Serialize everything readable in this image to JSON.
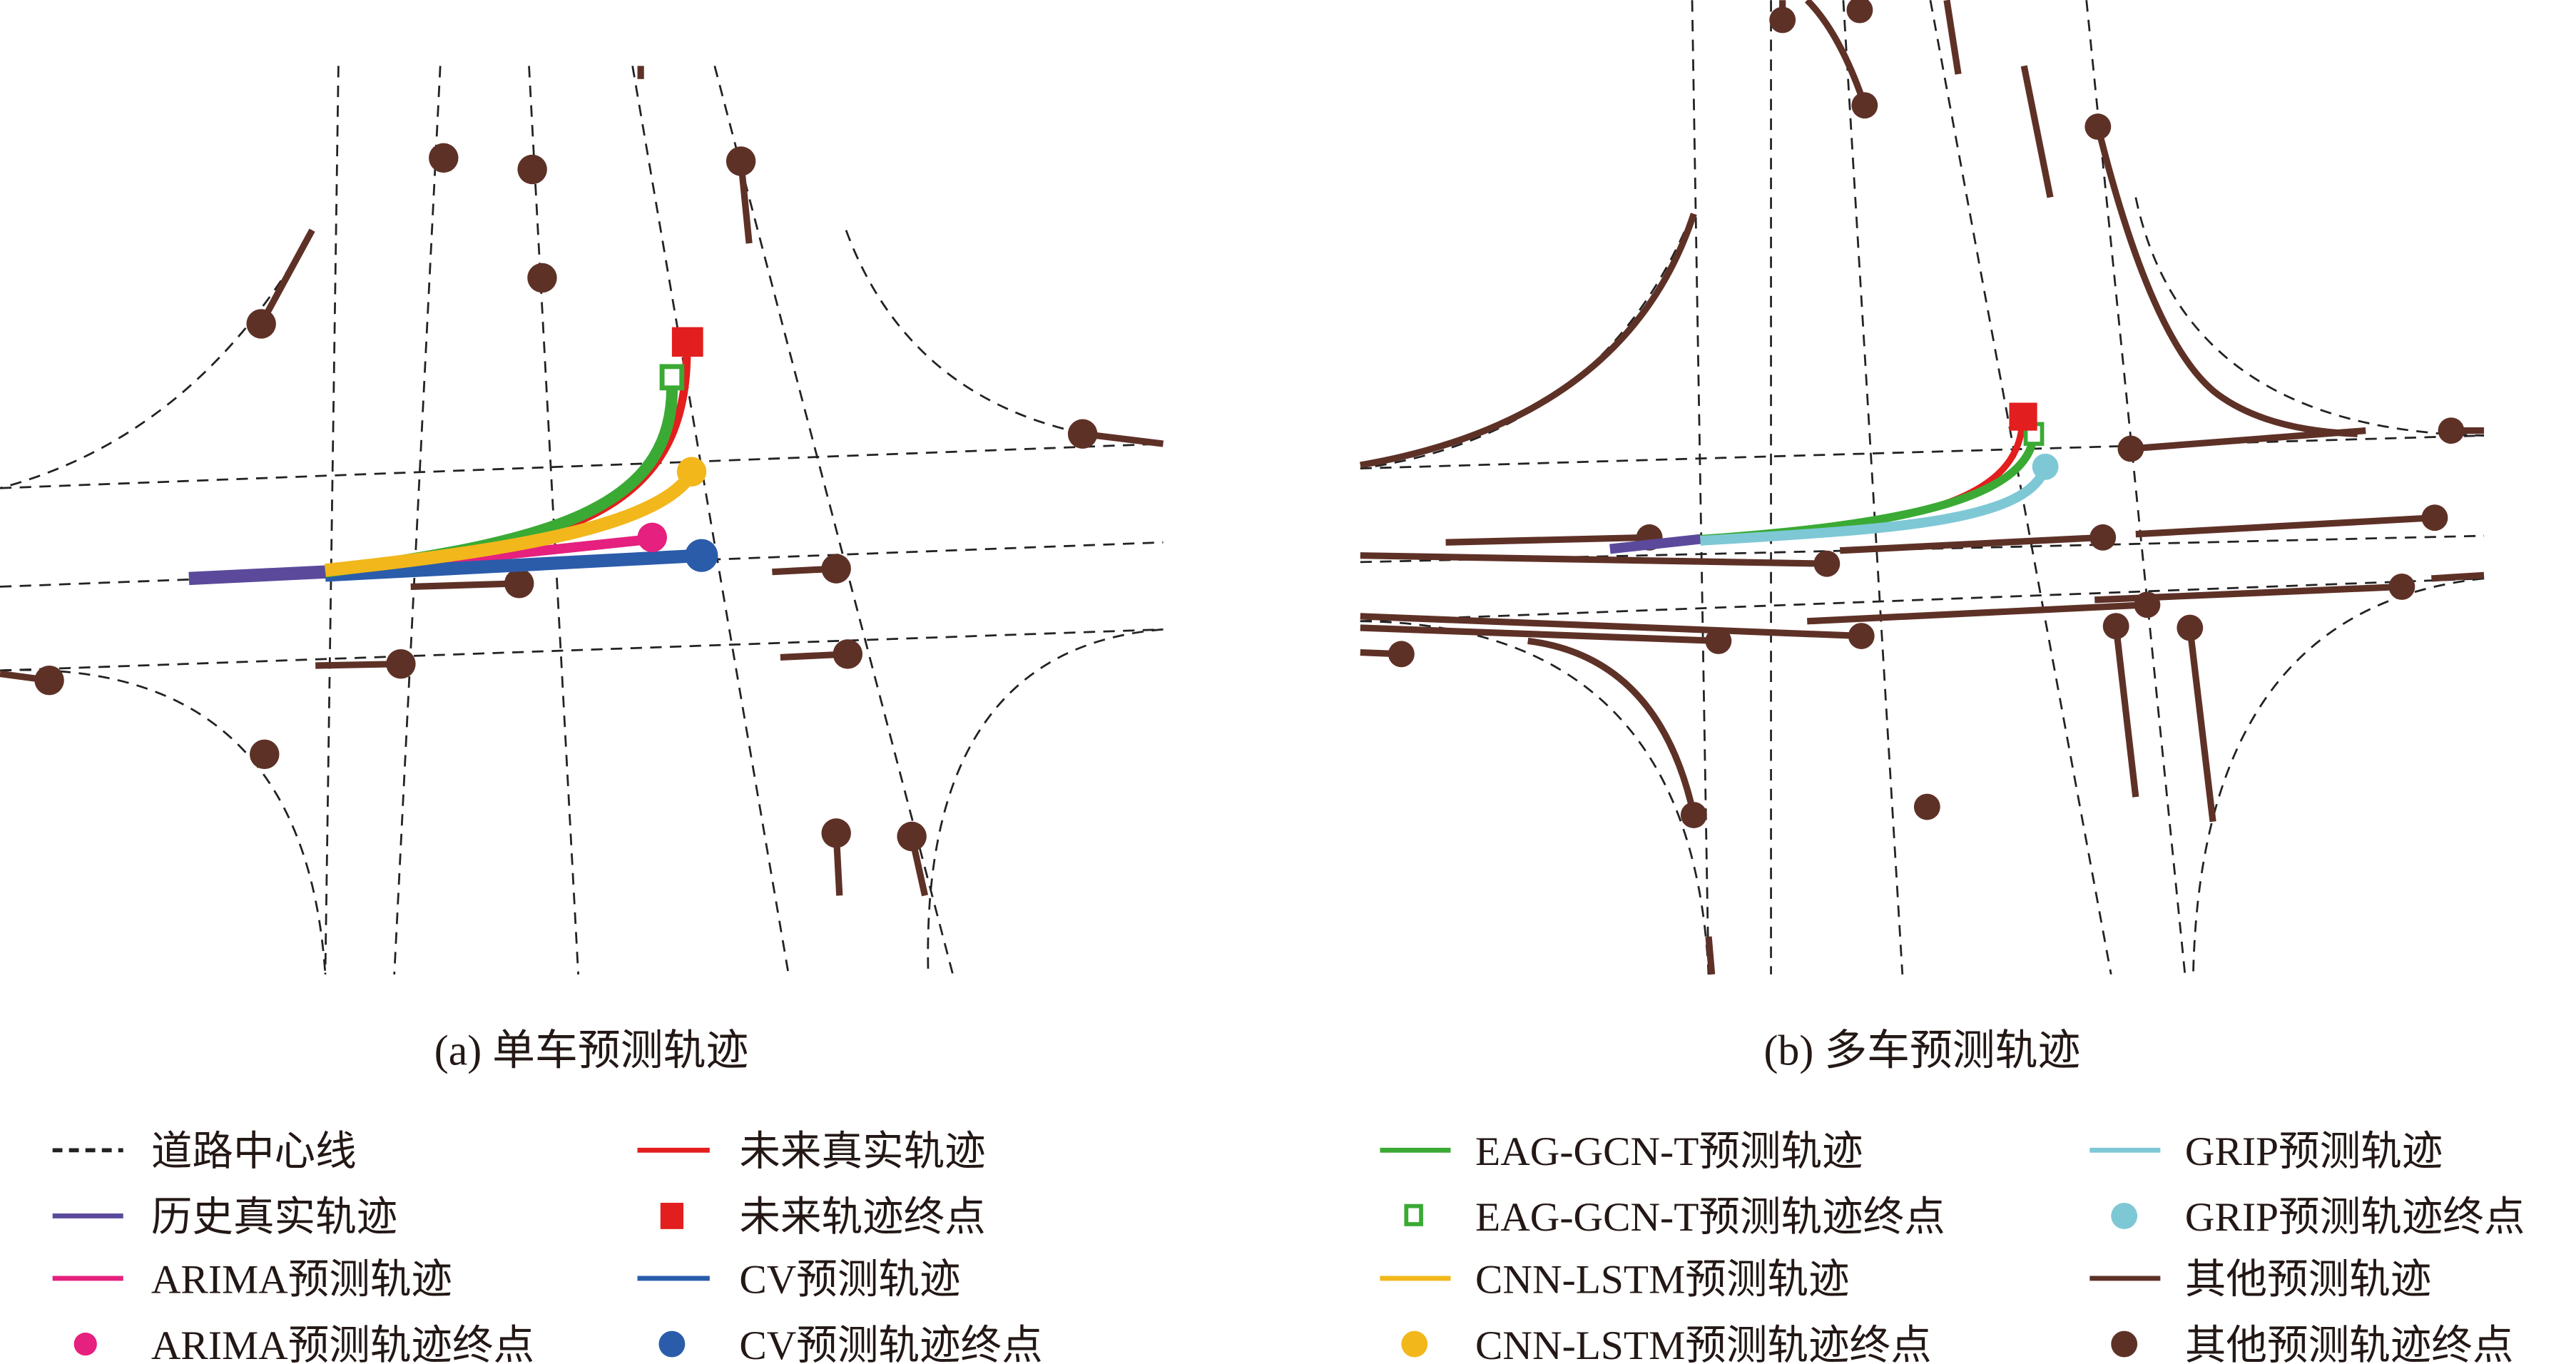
{
  "chart_data": [
    {
      "type": "line",
      "title": "(a) 单车预测轨迹",
      "series": [
        "道路中心线",
        "历史真实轨迹",
        "ARIMA预测轨迹",
        "ARIMA预测轨迹终点",
        "未来真实轨迹",
        "未来轨迹终点",
        "CV预测轨迹",
        "CV预测轨迹终点",
        "EAG-GCN-T预测轨迹",
        "EAG-GCN-T预测轨迹终点",
        "CNN-LSTM预测轨迹",
        "CNN-LSTM预测轨迹终点",
        "其他预测轨迹",
        "其他预测轨迹终点"
      ]
    },
    {
      "type": "line",
      "title": "(b) 多车预测轨迹",
      "series": [
        "道路中心线",
        "历史真实轨迹",
        "未来真实轨迹",
        "未来轨迹终点",
        "EAG-GCN-T预测轨迹",
        "EAG-GCN-T预测轨迹终点",
        "GRIP预测轨迹",
        "GRIP预测轨迹终点",
        "其他预测轨迹",
        "其他预测轨迹终点"
      ]
    }
  ],
  "captions": {
    "a": "(a) 单车预测轨迹",
    "b": "(b) 多车预测轨迹"
  },
  "colors": {
    "road": "#222222",
    "history": "#5b4a9b",
    "future": "#e31e1e",
    "arima": "#e5207e",
    "cv": "#2a5caa",
    "eag": "#3aaa35",
    "cnn": "#f2b71b",
    "grip": "#7ec8d6",
    "other": "#5e3127"
  },
  "legend": [
    {
      "label": "道路中心线",
      "symbol": "dashed-line"
    },
    {
      "label": "历史真实轨迹",
      "symbol": "line"
    },
    {
      "label": "ARIMA预测轨迹",
      "symbol": "line"
    },
    {
      "label": "ARIMA预测轨迹终点",
      "symbol": "dot"
    },
    {
      "label": "未来真实轨迹",
      "symbol": "line"
    },
    {
      "label": "未来轨迹终点",
      "symbol": "square"
    },
    {
      "label": "CV预测轨迹",
      "symbol": "line"
    },
    {
      "label": "CV预测轨迹终点",
      "symbol": "dot"
    },
    {
      "label": "EAG-GCN-T预测轨迹",
      "symbol": "line"
    },
    {
      "label": "EAG-GCN-T预测轨迹终点",
      "symbol": "hollow-square"
    },
    {
      "label": "CNN-LSTM预测轨迹",
      "symbol": "line"
    },
    {
      "label": "CNN-LSTM预测轨迹终点",
      "symbol": "dot"
    },
    {
      "label": "GRIP预测轨迹",
      "symbol": "line"
    },
    {
      "label": "GRIP预测轨迹终点",
      "symbol": "dot"
    },
    {
      "label": "其他预测轨迹",
      "symbol": "line"
    },
    {
      "label": "其他预测轨迹终点",
      "symbol": "dot"
    }
  ]
}
